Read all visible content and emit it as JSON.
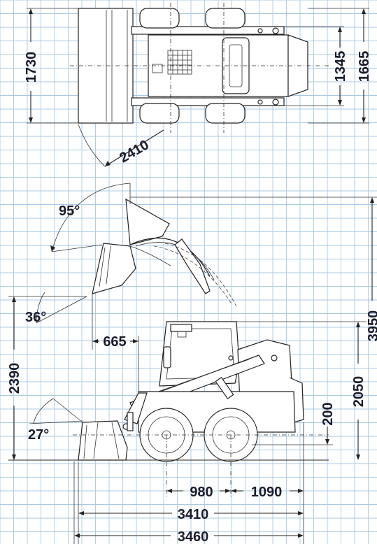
{
  "colors": {
    "grid": "#a9c9e6",
    "ink": "#1b1b2e"
  },
  "dimensions": {
    "top_width": "1730",
    "track_width": "1345",
    "overall_width": "1665",
    "turning_radius": "2410",
    "dump_angle": "95°",
    "rollback_angle_raised": "36°",
    "rollback_angle_ground": "27°",
    "dump_reach": "665",
    "hinge_height": "2390",
    "max_height": "3950",
    "cab_height": "2050",
    "ground_clearance": "200",
    "front_axle_dist": "980",
    "wheelbase": "1090",
    "length_without_bucket": "3410",
    "overall_length": "3460"
  }
}
